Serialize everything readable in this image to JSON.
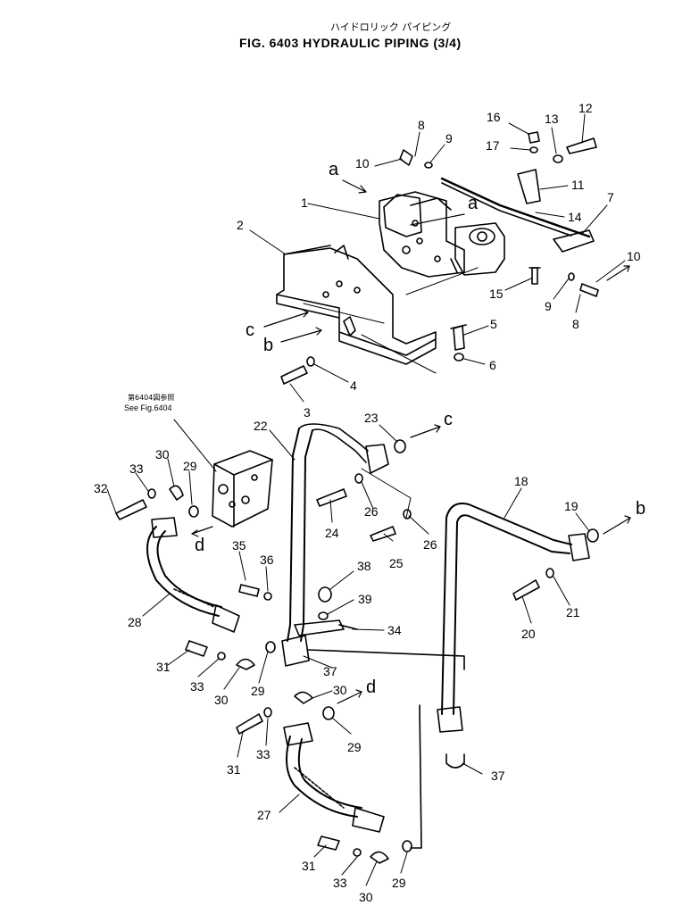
{
  "title": {
    "japanese": "ハイドロリック パイピング",
    "main": "FIG. 6403   HYDRAULIC PIPING  (3/4)"
  },
  "reference_note": {
    "japanese": "第6404図参照",
    "english": "See Fig.6404"
  },
  "callouts": [
    {
      "id": "c8a",
      "text": "8"
    },
    {
      "id": "c9a",
      "text": "9"
    },
    {
      "id": "c10a",
      "text": "10"
    },
    {
      "id": "c16",
      "text": "16"
    },
    {
      "id": "c13",
      "text": "13"
    },
    {
      "id": "c12",
      "text": "12"
    },
    {
      "id": "c17",
      "text": "17"
    },
    {
      "id": "c11",
      "text": "11"
    },
    {
      "id": "c7",
      "text": "7"
    },
    {
      "id": "c14",
      "text": "14"
    },
    {
      "id": "c1",
      "text": "1"
    },
    {
      "id": "c2",
      "text": "2"
    },
    {
      "id": "c10b",
      "text": "10"
    },
    {
      "id": "c15",
      "text": "15"
    },
    {
      "id": "c9b",
      "text": "9"
    },
    {
      "id": "c8b",
      "text": "8"
    },
    {
      "id": "c5",
      "text": "5"
    },
    {
      "id": "c6",
      "text": "6"
    },
    {
      "id": "c4",
      "text": "4"
    },
    {
      "id": "c3",
      "text": "3"
    },
    {
      "id": "c22",
      "text": "22"
    },
    {
      "id": "c23",
      "text": "23"
    },
    {
      "id": "c30a",
      "text": "30"
    },
    {
      "id": "c33a",
      "text": "33"
    },
    {
      "id": "c29a",
      "text": "29"
    },
    {
      "id": "c32",
      "text": "32"
    },
    {
      "id": "c24",
      "text": "24"
    },
    {
      "id": "c26a",
      "text": "26"
    },
    {
      "id": "c26b",
      "text": "26"
    },
    {
      "id": "c25",
      "text": "25"
    },
    {
      "id": "c18",
      "text": "18"
    },
    {
      "id": "c19",
      "text": "19"
    },
    {
      "id": "c35",
      "text": "35"
    },
    {
      "id": "c36",
      "text": "36"
    },
    {
      "id": "c38",
      "text": "38"
    },
    {
      "id": "c39",
      "text": "39"
    },
    {
      "id": "c28",
      "text": "28"
    },
    {
      "id": "c34",
      "text": "34"
    },
    {
      "id": "c20",
      "text": "20"
    },
    {
      "id": "c21",
      "text": "21"
    },
    {
      "id": "c31a",
      "text": "31"
    },
    {
      "id": "c33b",
      "text": "33"
    },
    {
      "id": "c30b",
      "text": "30"
    },
    {
      "id": "c29b",
      "text": "29"
    },
    {
      "id": "c37a",
      "text": "37"
    },
    {
      "id": "c30c",
      "text": "30"
    },
    {
      "id": "c33c",
      "text": "33"
    },
    {
      "id": "c31b",
      "text": "31"
    },
    {
      "id": "c29c",
      "text": "29"
    },
    {
      "id": "c37b",
      "text": "37"
    },
    {
      "id": "c27",
      "text": "27"
    },
    {
      "id": "c31c",
      "text": "31"
    },
    {
      "id": "c33d",
      "text": "33"
    },
    {
      "id": "c30d",
      "text": "30"
    },
    {
      "id": "c29d",
      "text": "29"
    }
  ],
  "connection_letters": [
    {
      "id": "la1",
      "text": "a"
    },
    {
      "id": "la2",
      "text": "a"
    },
    {
      "id": "lc1",
      "text": "c"
    },
    {
      "id": "lb1",
      "text": "b"
    },
    {
      "id": "lc2",
      "text": "c"
    },
    {
      "id": "ld1",
      "text": "d"
    },
    {
      "id": "lb2",
      "text": "b"
    },
    {
      "id": "ld2",
      "text": "d"
    }
  ]
}
